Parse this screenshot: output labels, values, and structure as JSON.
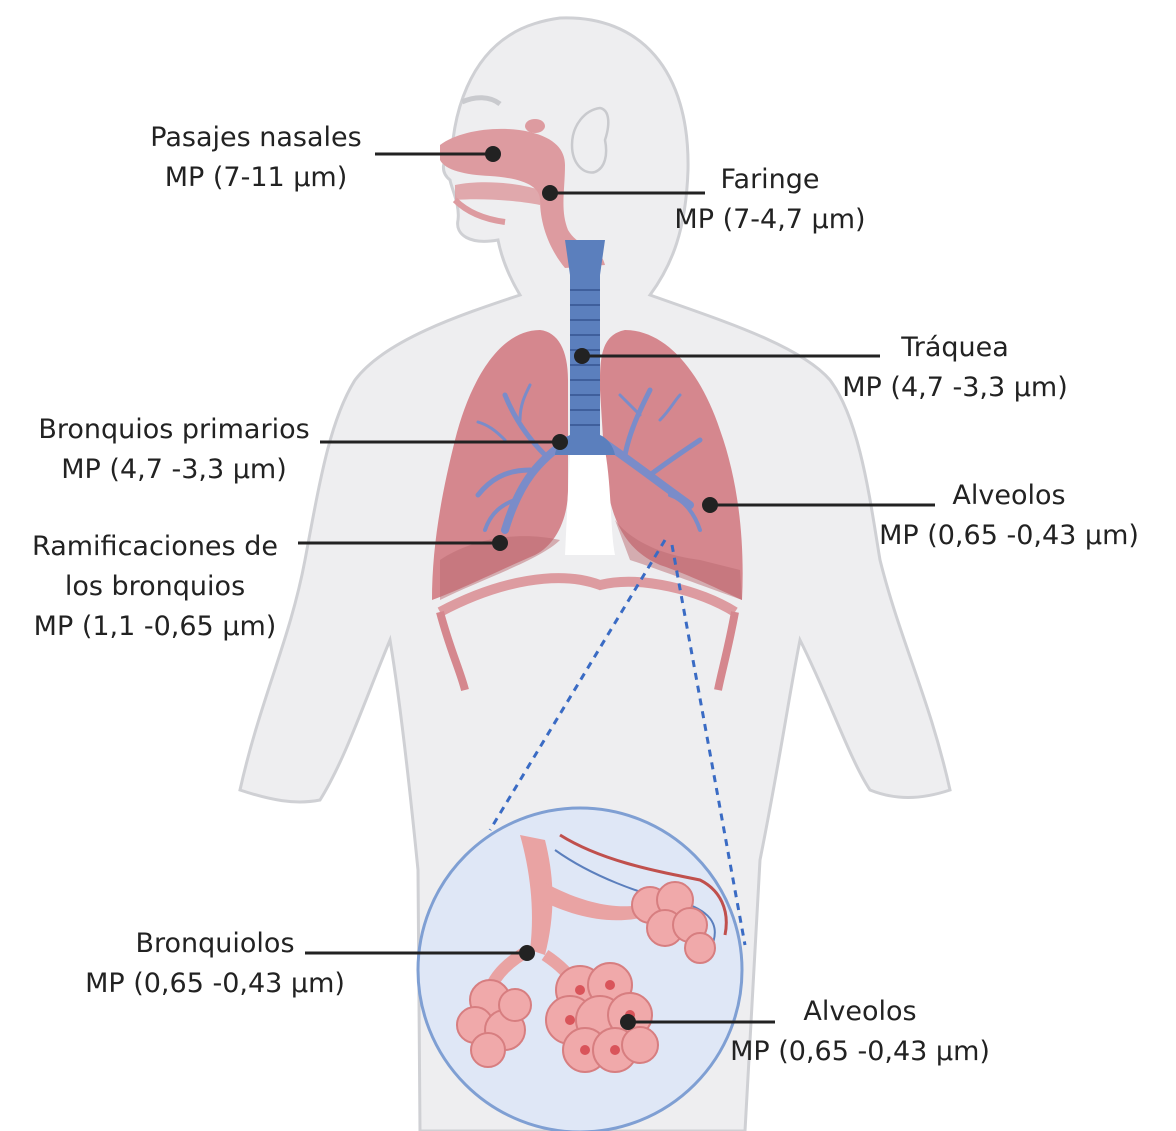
{
  "colors": {
    "body_fill": "#eeeef0",
    "body_outline": "#cfd0d4",
    "airway_pink": "#dd9ba0",
    "lung_fill": "#d5878e",
    "lung_dark": "#b96970",
    "trachea_blue": "#5b7fbd",
    "bronchi_blue": "#7a8cc9",
    "leader_line": "#222222",
    "zoom_dotted": "#3a6bc4",
    "zoom_circle_fill": "#dfe7f6",
    "zoom_circle_stroke": "#7f9fd3"
  },
  "labels": {
    "pasajes_nasales": {
      "name": "Pasajes nasales",
      "mp": "MP (7-11 µm)"
    },
    "faringe": {
      "name": "Faringe",
      "mp": "MP (7-4,7 µm)"
    },
    "traquea": {
      "name": "Tráquea",
      "mp": "MP (4,7 -3,3 µm)"
    },
    "bronquios_primarios": {
      "name": "Bronquios primarios",
      "mp": "MP (4,7 -3,3 µm)"
    },
    "alveolos_top": {
      "name": "Alveolos",
      "mp": "MP (0,65 -0,43 µm)"
    },
    "ramificaciones": {
      "line1": "Ramificaciones de",
      "line2": "los bronquios",
      "mp": "MP (1,1 -0,65 µm)"
    },
    "bronquiolos": {
      "name": "Bronquiolos",
      "mp": "MP (0,65 -0,43 µm)"
    },
    "alveolos_bottom": {
      "name": "Alveolos",
      "mp": "MP (0,65 -0,43 µm)"
    }
  }
}
